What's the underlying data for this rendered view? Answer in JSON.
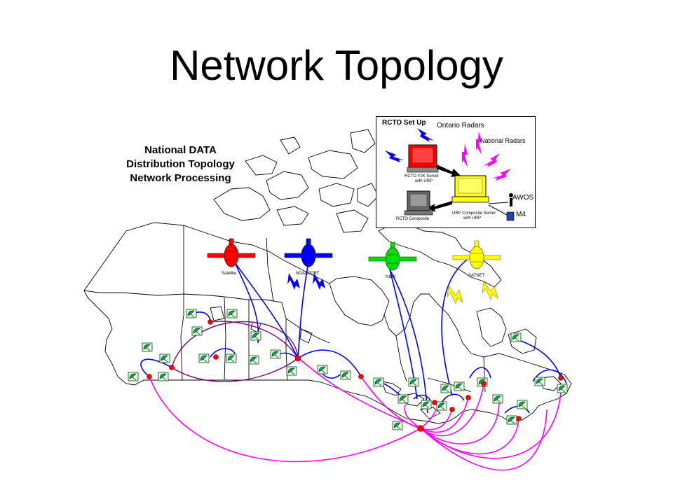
{
  "slide": {
    "title": "Network Topology"
  },
  "heading": {
    "lines": [
      "National DATA",
      "Distribution Topology",
      "Network Processing"
    ]
  },
  "satellites": [
    {
      "label": "Satellite",
      "color": "#ff0000"
    },
    {
      "label": "NOAAPORT",
      "color": "#0000ff"
    },
    {
      "label": "NIDS",
      "color": "#00dd00"
    },
    {
      "label": "SATNET",
      "color": "#ffff00"
    }
  ],
  "inset": {
    "title": "RCTO Set Up",
    "ontario_radars": "Ontario Radars",
    "national_radars": "National Radars",
    "server_label_1": "RCTO Y2K Server",
    "server_label_2": "with URP",
    "composite_server_label_1": "URP Composite Server",
    "composite_server_label_2": "with URP",
    "composite_label": "RCTO Composite",
    "awos": "AWOS",
    "m4": "M4"
  },
  "colors": {
    "link_blue": "#0000ff",
    "link_magenta": "#ff00ff",
    "link_purple": "#800080",
    "node_red": "#ff0000",
    "node_green": "#00aa00"
  }
}
